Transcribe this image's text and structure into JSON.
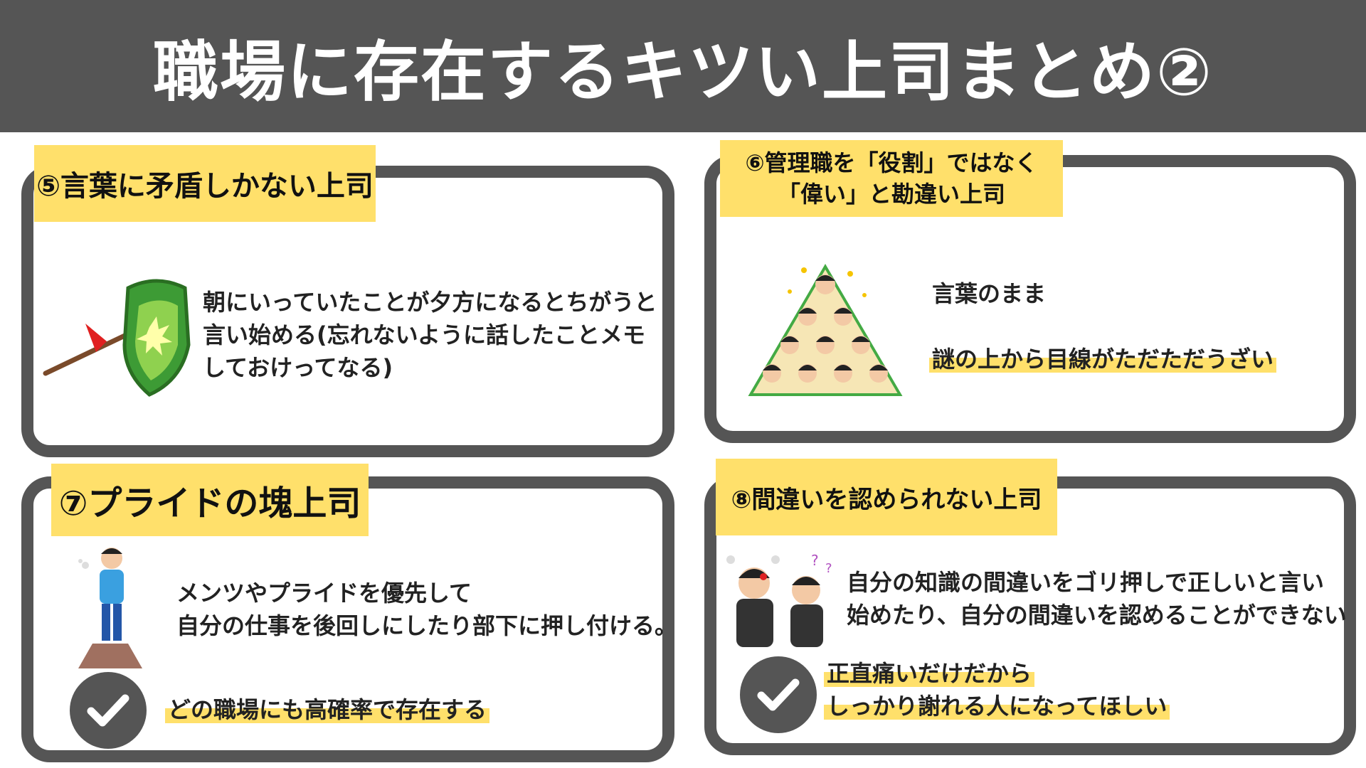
{
  "title": "職場に存在するキツい上司まとめ②",
  "cards": [
    {
      "tag": "⑤言葉に矛盾しかない上司",
      "lines": [
        "朝にいっていたことが夕方になるとちがうと",
        "言い始める(忘れないように話したことメモ",
        "しておけってなる)"
      ]
    },
    {
      "tag_lines": [
        "⑥管理職を「役割」ではなく",
        "「偉い」と勘違い上司"
      ],
      "line1": "言葉のまま",
      "line2": "謎の上から目線がただただうざい"
    },
    {
      "tag": "⑦プライドの塊上司",
      "lines": [
        "メンツやプライドを優先して",
        "自分の仕事を後回しにしたり部下に押し付ける。"
      ],
      "check_text": "どの職場にも高確率で存在する"
    },
    {
      "tag": "⑧間違いを認められない上司",
      "lines": [
        "自分の知識の間違いをゴリ押しで正しいと言い",
        "始めたり、自分の間違いを認めることができない"
      ],
      "check_lines": [
        "正直痛いだけだから",
        "しっかり謝れる人になってほしい"
      ]
    }
  ],
  "colors": {
    "header_bg": "#555555",
    "accent": "#ffe06b",
    "border": "#555555"
  }
}
